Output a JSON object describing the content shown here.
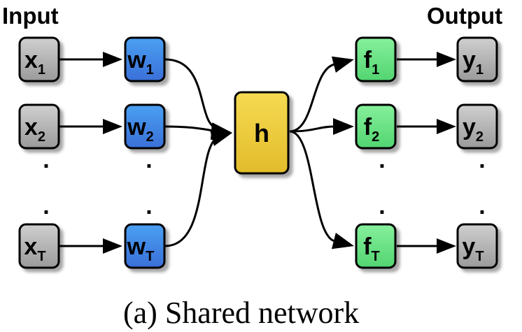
{
  "headers": {
    "input": "Input",
    "output": "Output"
  },
  "caption": "(a) Shared network",
  "inputs": [
    {
      "main": "x",
      "sub": "1"
    },
    {
      "main": "x",
      "sub": "2"
    },
    {
      "main": "x",
      "sub": "T"
    }
  ],
  "weights": [
    {
      "main": "w",
      "sub": "1"
    },
    {
      "main": "w",
      "sub": "2"
    },
    {
      "main": "w",
      "sub": "T"
    }
  ],
  "hidden": {
    "main": "h"
  },
  "heads": [
    {
      "main": "f",
      "sub": "1"
    },
    {
      "main": "f",
      "sub": "2"
    },
    {
      "main": "f",
      "sub": "T"
    }
  ],
  "outputs": [
    {
      "main": "y",
      "sub": "1"
    },
    {
      "main": "y",
      "sub": "2"
    },
    {
      "main": "y",
      "sub": "T"
    }
  ],
  "ellipsis": ".",
  "colors": {
    "input_node": "#b4b4b4",
    "weight_node": "#3f86e6",
    "hidden_node": "#f0cc3c",
    "head_node": "#6ee486",
    "output_node": "#b4b4b4",
    "border": "#000000"
  }
}
